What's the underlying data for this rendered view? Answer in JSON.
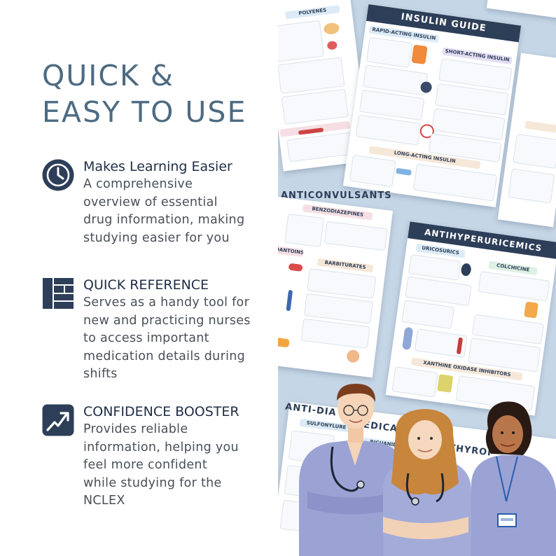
{
  "headline": {
    "line1": "QUICK &",
    "line2": "EASY TO USE"
  },
  "features": [
    {
      "icon": "clock-icon",
      "title": "Makes Learning Easier",
      "desc": [
        "A comprehensive",
        "overview of essential",
        "drug information, making",
        "studying easier for you"
      ]
    },
    {
      "icon": "layout-grid-icon",
      "title": "QUICK REFERENCE",
      "desc": [
        "Serves as a handy tool for",
        "new and practicing nurses",
        "to access important",
        "medication details during",
        "shifts"
      ]
    },
    {
      "icon": "trend-up-icon",
      "title": "CONFIDENCE BOOSTER",
      "desc": [
        "Provides reliable",
        "information, helping you",
        "feel more confident",
        "while studying for the",
        "NCLEX"
      ]
    }
  ],
  "cards": {
    "insulin": {
      "title": "INSULIN GUIDE",
      "rapid": "RAPID-ACTING INSULIN",
      "short": "SHORT-ACTING INSULIN",
      "long": "LONG-ACTING INSULIN"
    },
    "polyenes": {
      "title": "POLYENES"
    },
    "anticonvulsants": {
      "title": "ANTICONVULSANTS",
      "benzo": "BENZODIAZEPINES",
      "barb": "BARBITURATES",
      "dantoins": "DANTOINS"
    },
    "antihyper": {
      "title": "ANTIHYPERURICEMICS",
      "uric": "URICOSURICS",
      "colch": "COLCHICINE",
      "xanth": "XANTHINE OXIDASE INHIBITORS"
    },
    "antidiabetic": {
      "title": "ANTI-DIA",
      "title2": "MEDICATION",
      "sulf": "SULFONYLURE",
      "big": "BIGUANIDES"
    },
    "thyroid": {
      "title": "THYROI"
    }
  },
  "colors": {
    "headline": "#4d6b82",
    "icon_bg": "#2d3e58",
    "panel_bg": "#c5d6e6",
    "scrub": "#9ba5d6"
  }
}
